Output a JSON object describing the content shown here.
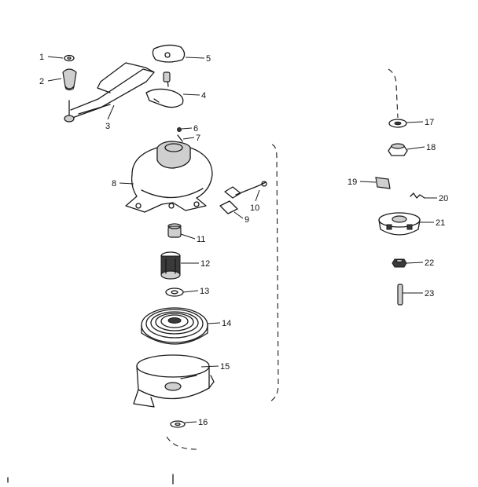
{
  "callouts": [
    "1",
    "2",
    "3",
    "4",
    "5",
    "6",
    "7",
    "8",
    "9",
    "10",
    "11",
    "12",
    "13",
    "14",
    "15",
    "16",
    "17",
    "18",
    "19",
    "20",
    "21",
    "22",
    "23"
  ],
  "colors": {
    "line": "#1a1a1a",
    "shade": "#cfcfcf",
    "paper": "#ffffff"
  }
}
